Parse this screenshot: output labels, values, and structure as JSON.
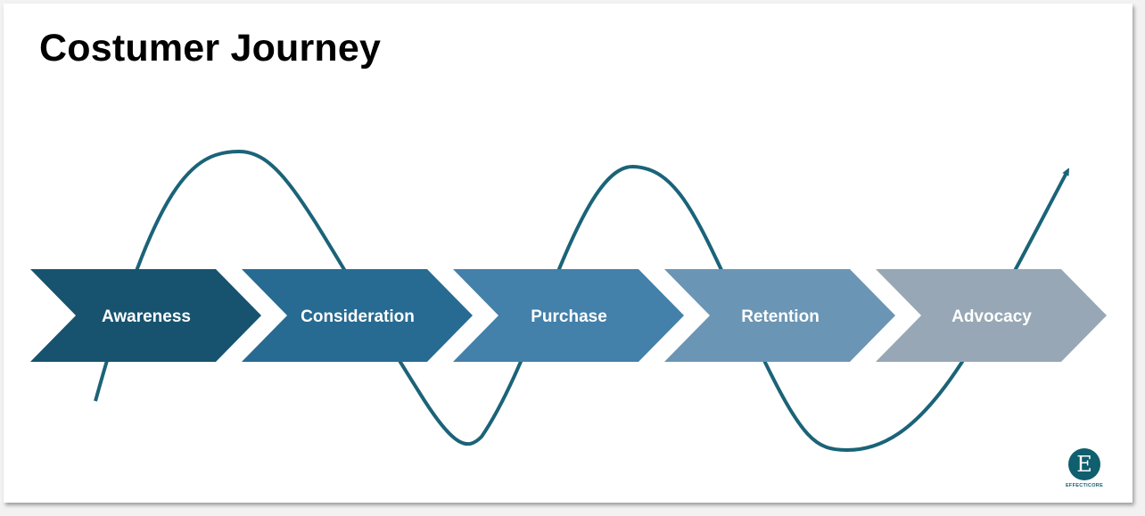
{
  "slide": {
    "title": "Costumer Journey"
  },
  "journey": {
    "steps": [
      {
        "label": "Awareness",
        "color": "#17536f"
      },
      {
        "label": "Consideration",
        "color": "#276b92"
      },
      {
        "label": "Purchase",
        "color": "#4380aa"
      },
      {
        "label": "Retention",
        "color": "#6b95b4"
      },
      {
        "label": "Advocacy",
        "color": "#97a7b5"
      }
    ],
    "wave_color": "#1b6378",
    "wave_end": "arrow-icon"
  },
  "logo": {
    "letter": "E",
    "wordmark": "EFFECTICORE",
    "color": "#0f5f6e"
  }
}
